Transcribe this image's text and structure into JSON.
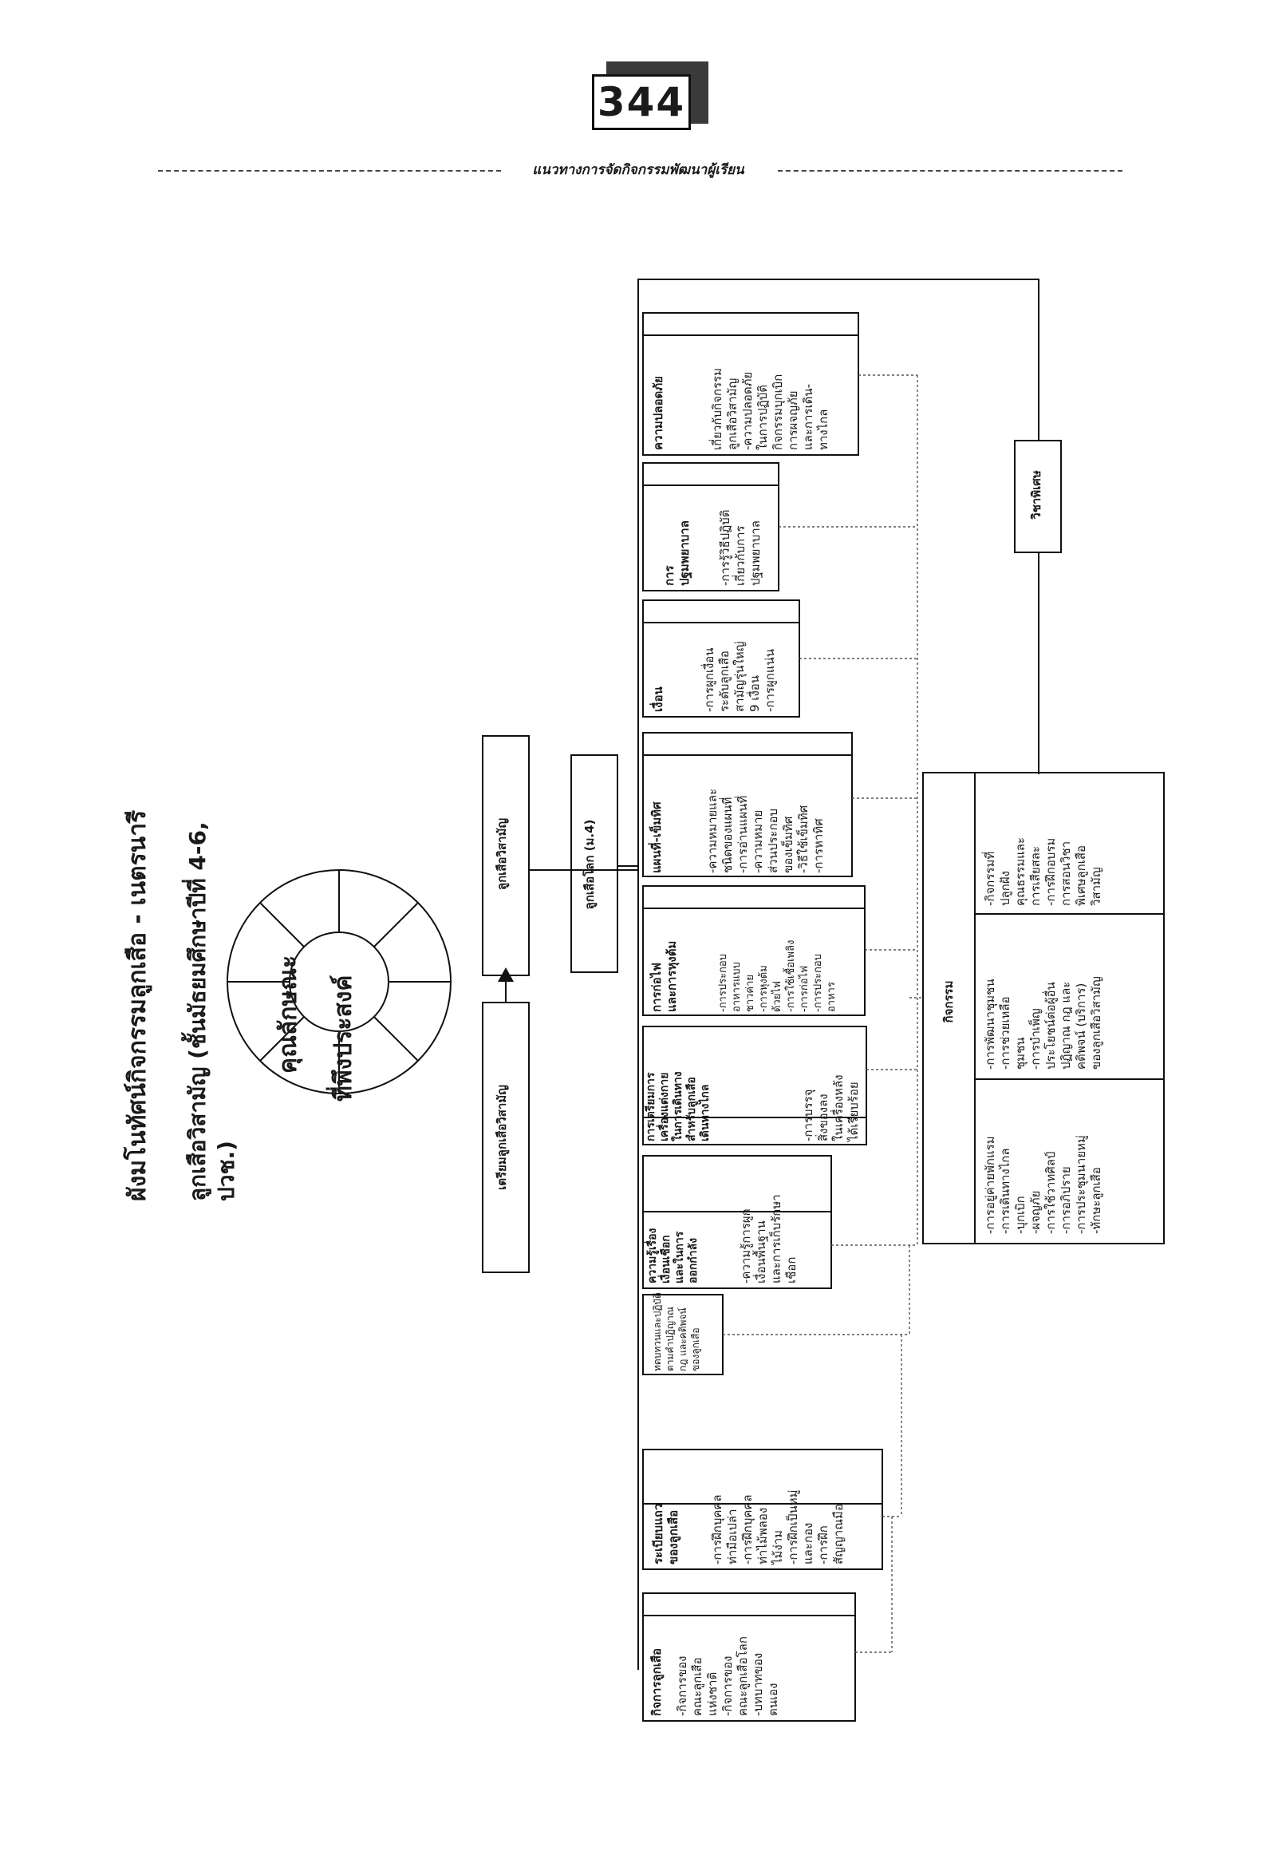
{
  "page_number": "344",
  "header_title": "แนวทางการจัดกิจกรรมพัฒนาผู้เรียน",
  "title": {
    "line1": "ผังมโนทัศน์กิจกรรมลูกเสือ - เนตรนารี",
    "line2": "ลูกเสือวิสามัญ (ชั้นมัธยมศึกษาปีที่ 4-6, ปวช.)"
  },
  "center": {
    "line1": "คุณลักษณะ",
    "line2": "ที่พึงประสงค์"
  },
  "prep_box": "เตรียมลูกเสือวิสามัญ",
  "main_box": "ลูกเสือวิสามัญ",
  "sub_box": "ลูกเสือโลก (ม.4)",
  "special_box": "วิชาพิเศษ",
  "activities": {
    "title": "กิจกรรม",
    "col1": [
      "-การอยู่ค่ายพักแรม",
      "-การเดินทางไกล",
      "-บุกเบิก",
      "-ผจญภัย",
      "-การใช้วาทศิลป์",
      "-การอภิปราย",
      "-การประชุมนายหมู่",
      "-ทักษะลูกเสือ"
    ],
    "col2": [
      "-การพัฒนาชุมชน",
      "-การช่วยเหลือ",
      "ชุมชน",
      "-การบำเพ็ญ",
      "ประโยชน์ต่อผู้อื่น",
      "ปฏิญาณ กฎ และ",
      "คติพจน์ (บริการ)",
      "ของลูกเสือวิสามัญ"
    ],
    "col3": [
      "-กิจกรรมที่",
      "ปลูกฝัง",
      "คุณธรรมและ",
      "การเสียสละ",
      "-การฝึกอบรม",
      "การสอนวิชา",
      "พิเศษลูกเสือ",
      "วิสามัญ"
    ]
  },
  "topics": [
    {
      "title": [
        "กิจการลูกเสือ"
      ],
      "items": [
        "-กิจการของ",
        "คณะลูกเสือ",
        "แห่งชาติ",
        "-กิจการของ",
        "คณะลูกเสือโลก",
        "-บทบาทของ",
        "ตนเอง"
      ]
    },
    {
      "title": [
        "ระเบียบแถว",
        "ของลูกเสือ"
      ],
      "items": [
        "-การฝึกบุคคล",
        "ท่ามือเปล่า",
        "-การฝึกบุคคล",
        "ท่าไม้พลอง",
        "ไม้ง่าม",
        "-การฝึกเป็นหมู่",
        "และกอง",
        "-การฝึก",
        "สัญญาณมือ"
      ]
    },
    {
      "title": [],
      "items": [
        "ทดบทวนและปฏิบัติ",
        "ตามคำปฏิญาณ",
        "กฎ และคติพจน์",
        "ของลูกเสือ"
      ]
    },
    {
      "title": [
        "ความรู้เรื่อง",
        "เงื่อนเชือก",
        "และในการ",
        "ออกกำลัง"
      ],
      "items": [
        "-ความรู้การผูก",
        "เงื่อนพื้นฐาน",
        "และการเก็บรักษา",
        "เชือก"
      ]
    },
    {
      "title": [
        "การเตรียมการ",
        "เครื่องแต่งกาย",
        "ในการเดินทาง",
        "สำหรับลูกเสือ",
        "เดินทางไกล"
      ],
      "items": [
        "-การบรรจุ",
        "สิ่งของลง",
        "ในเครื่องหลัง",
        "ได้เรียบร้อย"
      ]
    },
    {
      "title": [
        "การก่อไฟ",
        "และการหุงต้ม"
      ],
      "items": [
        "-การประกอบ",
        "อาหารแบบ",
        "ชาวค่าย",
        "-การหุงต้ม",
        "ด้วยไฟ",
        "-การใช้เชื้อเพลิง",
        "-การก่อไฟ",
        "-การประกอบ",
        "อาหาร"
      ]
    },
    {
      "title": [
        "แผนที่-เข็มทิศ"
      ],
      "items": [
        "-ความหมายและ",
        "ชนิดของแผนที่",
        "-การอ่านแผนที่",
        "-ความหมาย",
        "ส่วนประกอบ",
        "ของเข็มทิศ",
        "-วิธีใช้เข็มทิศ",
        "-การหาทิศ"
      ]
    },
    {
      "title": [
        "เงื่อน"
      ],
      "items": [
        "-การผูกเงื่อน",
        "ระดับลูกเสือ",
        "สามัญรุ่นใหญ่",
        "9 เงื่อน",
        "-การผูกแน่น"
      ]
    },
    {
      "title": [
        "การ",
        "ปฐมพยาบาล"
      ],
      "items": [
        "-การรู้วิธีปฏิบัติ",
        "เกี่ยวกับการ",
        "ปฐมพยาบาล"
      ]
    },
    {
      "title": [
        "ความปลอดภัย"
      ],
      "items": [
        "เกี่ยวกับกิจกรรม",
        "ลูกเสือวิสามัญ",
        "-ความปลอดภัย",
        "ในการปฏิบัติ",
        "กิจกรรมบุกเบิก",
        "การผจญภัย",
        "และการเดิน-",
        "ทางไกล"
      ]
    }
  ]
}
